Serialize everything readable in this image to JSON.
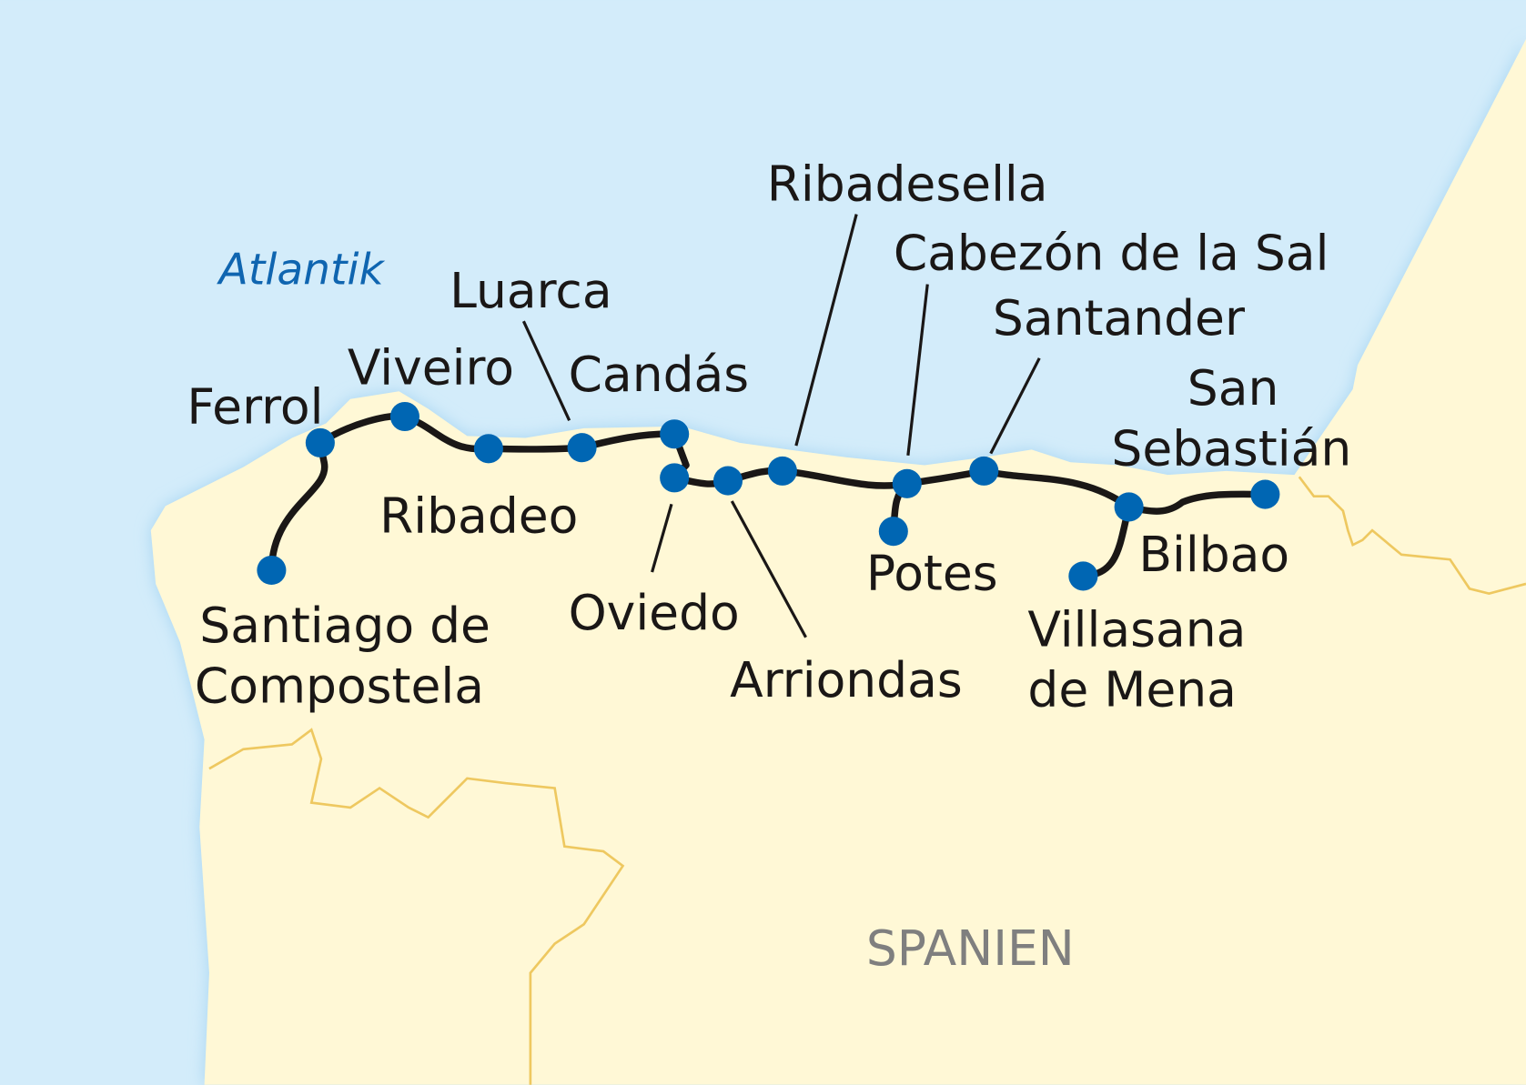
{
  "map": {
    "sea_label": "Atlantik",
    "country_label": "SPANIEN",
    "colors": {
      "sea": "#d3ecfa",
      "land": "#fff8d6",
      "route": "#1a1716",
      "stop": "#0066b3",
      "border": "#eec860"
    },
    "stops": [
      {
        "name": "Santiago de",
        "name2": "Compostela"
      },
      {
        "name": "Ferrol"
      },
      {
        "name": "Viveiro"
      },
      {
        "name": "Ribadeo"
      },
      {
        "name": "Luarca"
      },
      {
        "name": "Candás"
      },
      {
        "name": "Oviedo"
      },
      {
        "name": "Arriondas"
      },
      {
        "name": "Ribadesella"
      },
      {
        "name": "Cabezón de la Sal"
      },
      {
        "name": "Potes"
      },
      {
        "name": "Santander"
      },
      {
        "name": "Bilbao"
      },
      {
        "name": "Villasana",
        "name2": "de Mena"
      },
      {
        "name": "San",
        "name2": "Sebastián"
      }
    ]
  }
}
